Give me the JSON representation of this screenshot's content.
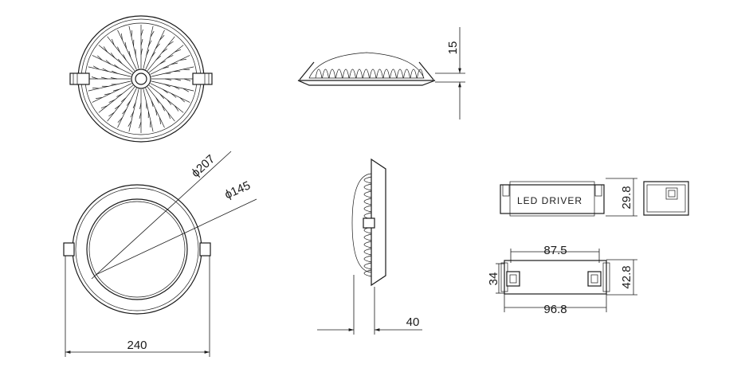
{
  "dimensions": {
    "height_top": "15",
    "cutout_diameter": "ϕ207",
    "face_diameter": "ϕ145",
    "overall_width": "240",
    "side_depth": "40",
    "driver_height": "29.8",
    "driver_length_inner": "87.5",
    "driver_width_inner": "34",
    "driver_width_outer": "42.8",
    "driver_length_outer": "96.8"
  },
  "driver_label": "LED DRIVER"
}
